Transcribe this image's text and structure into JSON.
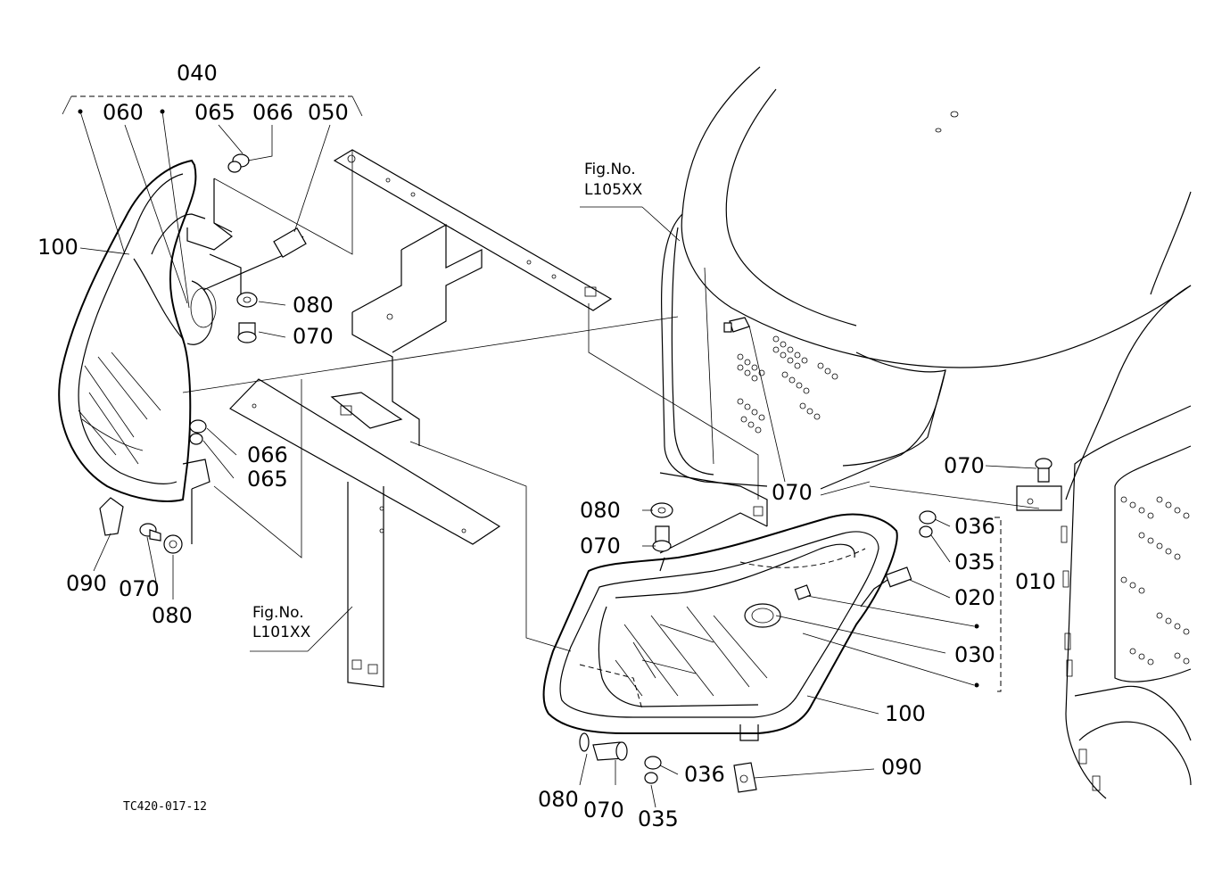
{
  "drawing_code": "TC420-017-12",
  "figure_refs": [
    {
      "line1": "Fig.No.",
      "line2": "L105XX"
    },
    {
      "line1": "Fig.No.",
      "line2": "L101XX"
    }
  ],
  "labels": {
    "l040": "040",
    "l060": "060",
    "l065_top": "065",
    "l066_top": "066",
    "l050": "050",
    "l100_left": "100",
    "l080_left_upper": "080",
    "l070_left_upper": "070",
    "l066_mid": "066",
    "l065_mid": "065",
    "l090_left": "090",
    "l070_left_lower": "070",
    "l080_left_lower": "080",
    "l070_center": "070",
    "l080_center": "080",
    "l070_center_lower": "070",
    "l070_right": "070",
    "l036_right": "036",
    "l035_right": "035",
    "l010": "010",
    "l020": "020",
    "l030": "030",
    "l100_right": "100",
    "l090_right": "090",
    "l080_bottom": "080",
    "l070_bottom": "070",
    "l036_bottom": "036",
    "l035_bottom": "035"
  }
}
